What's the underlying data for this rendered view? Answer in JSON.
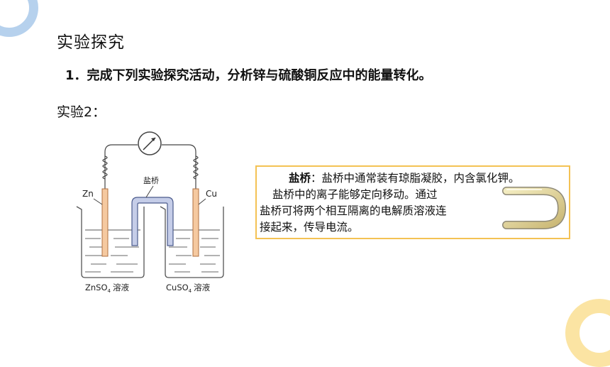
{
  "page": {
    "title": "实验探究",
    "item_number": "1．",
    "item_text": "完成下列实验探究活动，分析锌与硫酸铜反应中的能量转化。",
    "subheading": "实验2："
  },
  "diagram": {
    "left_electrode": "Zn",
    "right_electrode": "Cu",
    "bridge_label": "盐桥",
    "left_solution_formula": "ZnSO",
    "left_solution_sub": "4",
    "left_solution_word": "溶液",
    "right_solution_formula": "CuSO",
    "right_solution_sub": "4",
    "right_solution_word": "溶液"
  },
  "infobox": {
    "term": "盐桥",
    "line1_rest": "：盐桥中通常装有琼脂凝胶，内含氯化钾。",
    "line2": "盐桥中的离子能够定向移动。通过",
    "line3": "盐桥可将两个相互隔离的电解质溶液连",
    "line4": "接起来，传导电流。"
  },
  "colors": {
    "accent_blue": "#a9c9ea",
    "accent_yellow": "#fbe4a3",
    "box_border": "#f4c254",
    "electrode_fill": "#f5c9a0",
    "bridge_fill": "#c5cde8"
  }
}
